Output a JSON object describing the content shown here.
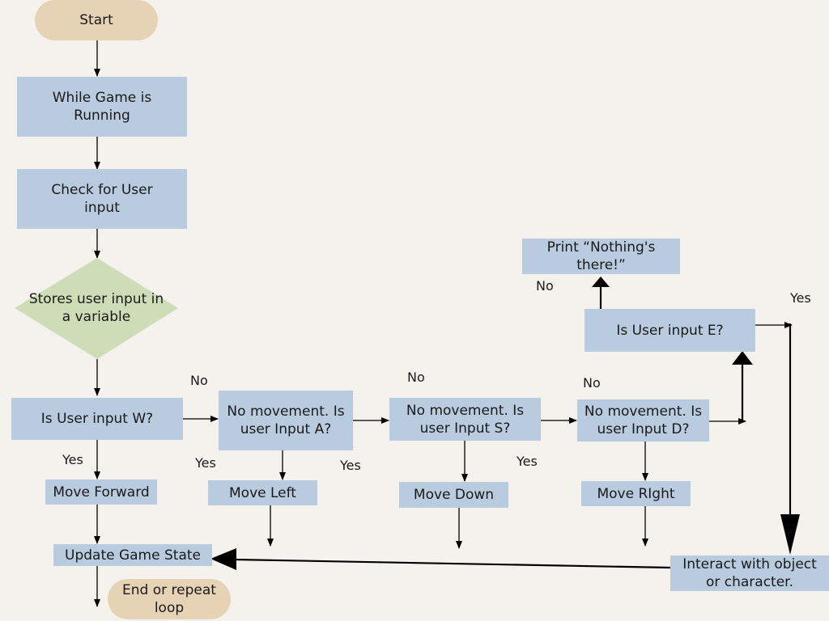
{
  "nodes": {
    "start": "Start",
    "while_running": "While Game is\nRunning",
    "check_input": "Check for User\ninput",
    "store_input": "Stores user input in\na variable",
    "is_w": "Is User input W?",
    "is_a": "No movement. Is\nuser Input A?",
    "is_s": "No movement. Is\nuser Input S?",
    "is_d": "No movement. Is\nuser Input D?",
    "is_e": "Is User input E?",
    "print_nothing": "Print “Nothing's\nthere!”",
    "move_forward": "Move Forward",
    "move_left": "Move Left",
    "move_down": "Move Down",
    "move_right": "Move RIght",
    "update_state": "Update Game State",
    "end_loop": "End or repeat\nloop",
    "interact": "Interact with object\nor character."
  },
  "labels": {
    "no_w": "No",
    "no_a": "No",
    "no_d": "No",
    "no_e": "No",
    "yes_w": "Yes",
    "yes_a_left": "Yes",
    "yes_a_right": "Yes",
    "yes_s": "Yes",
    "yes_e": "Yes"
  },
  "colors": {
    "process": "#b9cbdf",
    "terminal": "#e6d2b5",
    "decision": "#cfdcb8",
    "background": "#f5f2ee"
  }
}
